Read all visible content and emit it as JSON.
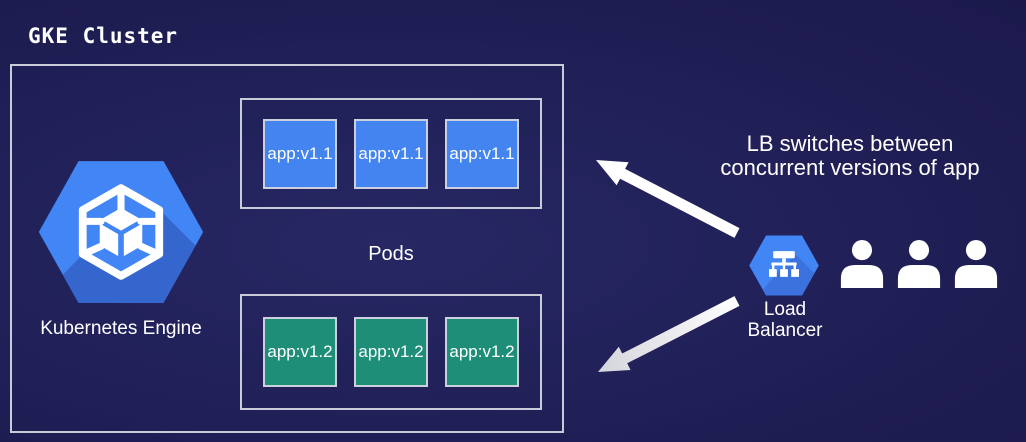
{
  "title": "GKE Cluster",
  "cluster": {
    "engine_label": "Kubernetes Engine",
    "pods_label": "Pods",
    "rows": [
      {
        "version": "v1.1",
        "color": "#4484f0",
        "pods": [
          "app:v1.1",
          "app:v1.1",
          "app:v1.1"
        ]
      },
      {
        "version": "v1.2",
        "color": "#1f8e79",
        "pods": [
          "app:v1.2",
          "app:v1.2",
          "app:v1.2"
        ]
      }
    ]
  },
  "load_balancer": {
    "label_line1": "Load",
    "label_line2": "Balancer"
  },
  "users": {
    "count": 3
  },
  "annotation": {
    "line1": "LB switches between",
    "line2": "concurrent versions of app"
  },
  "icons": {
    "kubernetes_engine": "gke-hexagon-cube-icon",
    "load_balancer": "load-balancer-hexagon-icon",
    "user": "person-icon",
    "arrows": "white-diagonal-arrows"
  },
  "colors": {
    "background": "#1e1d52",
    "gcp_blue": "#4285f4",
    "gcp_blue_shadow": "#3566cd",
    "pod_v1_1": "#4484f0",
    "pod_v1_2": "#1f8e79",
    "box_border": "#c9cbd8",
    "text": "#ffffff"
  }
}
